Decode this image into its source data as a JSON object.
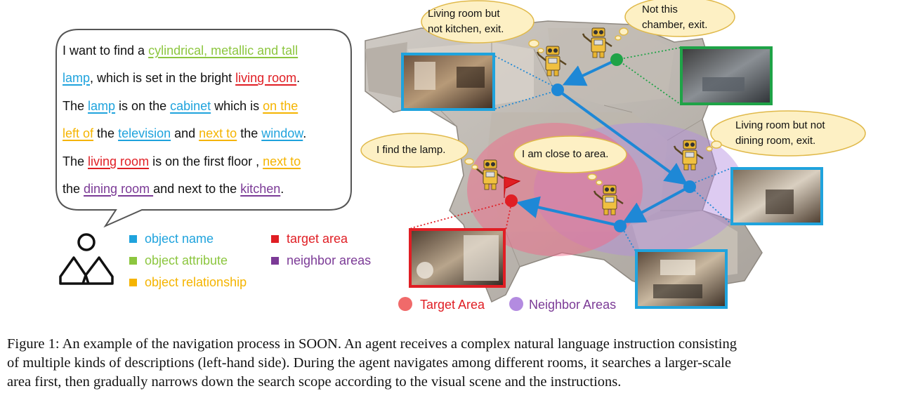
{
  "instruction": {
    "lines": [
      [
        {
          "t": "I want to find a ",
          "c": ""
        },
        {
          "t": "cylindrical, metallic and tall",
          "c": "attr",
          "u": true
        }
      ],
      [
        {
          "t": "lamp",
          "c": "name",
          "u": true
        },
        {
          "t": ", which is set in the bright ",
          "c": ""
        },
        {
          "t": "living room",
          "c": "target",
          "u": true
        },
        {
          "t": ".",
          "c": ""
        }
      ],
      [
        {
          "t": "The ",
          "c": ""
        },
        {
          "t": "lamp",
          "c": "name",
          "u": true
        },
        {
          "t": " is on the ",
          "c": ""
        },
        {
          "t": "cabinet",
          "c": "name",
          "u": true
        },
        {
          "t": " which is ",
          "c": ""
        },
        {
          "t": "on the",
          "c": "rel",
          "u": true
        }
      ],
      [
        {
          "t": "left of",
          "c": "rel",
          "u": true
        },
        {
          "t": " the ",
          "c": ""
        },
        {
          "t": "television",
          "c": "name",
          "u": true
        },
        {
          "t": " and ",
          "c": ""
        },
        {
          "t": "next to",
          "c": "rel",
          "u": true
        },
        {
          "t": " the ",
          "c": ""
        },
        {
          "t": "window",
          "c": "name",
          "u": true
        },
        {
          "t": ".",
          "c": ""
        }
      ],
      [
        {
          "t": "The ",
          "c": ""
        },
        {
          "t": "living room",
          "c": "target",
          "u": true
        },
        {
          "t": " is on the first floor , ",
          "c": ""
        },
        {
          "t": "next to",
          "c": "rel",
          "u": true
        }
      ],
      [
        {
          "t": "the ",
          "c": ""
        },
        {
          "t": "dining room ",
          "c": "nei",
          "u": true
        },
        {
          "t": "and next to the ",
          "c": ""
        },
        {
          "t": "kitchen",
          "c": "nei",
          "u": true
        },
        {
          "t": ".",
          "c": ""
        }
      ]
    ]
  },
  "legend": {
    "object_name": "object name",
    "object_attribute": "object attribute",
    "object_relationship": "object relationship",
    "target_area": "target area",
    "neighbor_areas": "neighbor areas"
  },
  "colors": {
    "object_name": "#1fa3dd",
    "object_attribute": "#8cc63f",
    "object_relationship": "#f5b400",
    "target_area": "#e01e24",
    "neighbor_areas": "#7b3a96",
    "path": "#1e88d6",
    "start_node": "#1fa347"
  },
  "thoughts": {
    "kitchen_line1": "Living room but",
    "kitchen_line2": "not kitchen, exit.",
    "chamber_line1": "Not this",
    "chamber_line2": "chamber, exit.",
    "dining_line1": "Living room but not",
    "dining_line2": "dining room, exit.",
    "found": "I find the lamp.",
    "close": "I am close to area."
  },
  "map_legend": {
    "target_area": "Target Area",
    "neighbor_areas": "Neighbor Areas"
  },
  "caption": {
    "line1": "Figure 1: An example of the navigation process in SOON. An agent receives a complex natural language instruction consisting",
    "line2": "of multiple kinds of descriptions (left-hand side). During the agent navigates among different rooms, it searches a larger-scale",
    "line3": "area first, then gradually narrows down the search scope according to the visual scene and the instructions."
  }
}
